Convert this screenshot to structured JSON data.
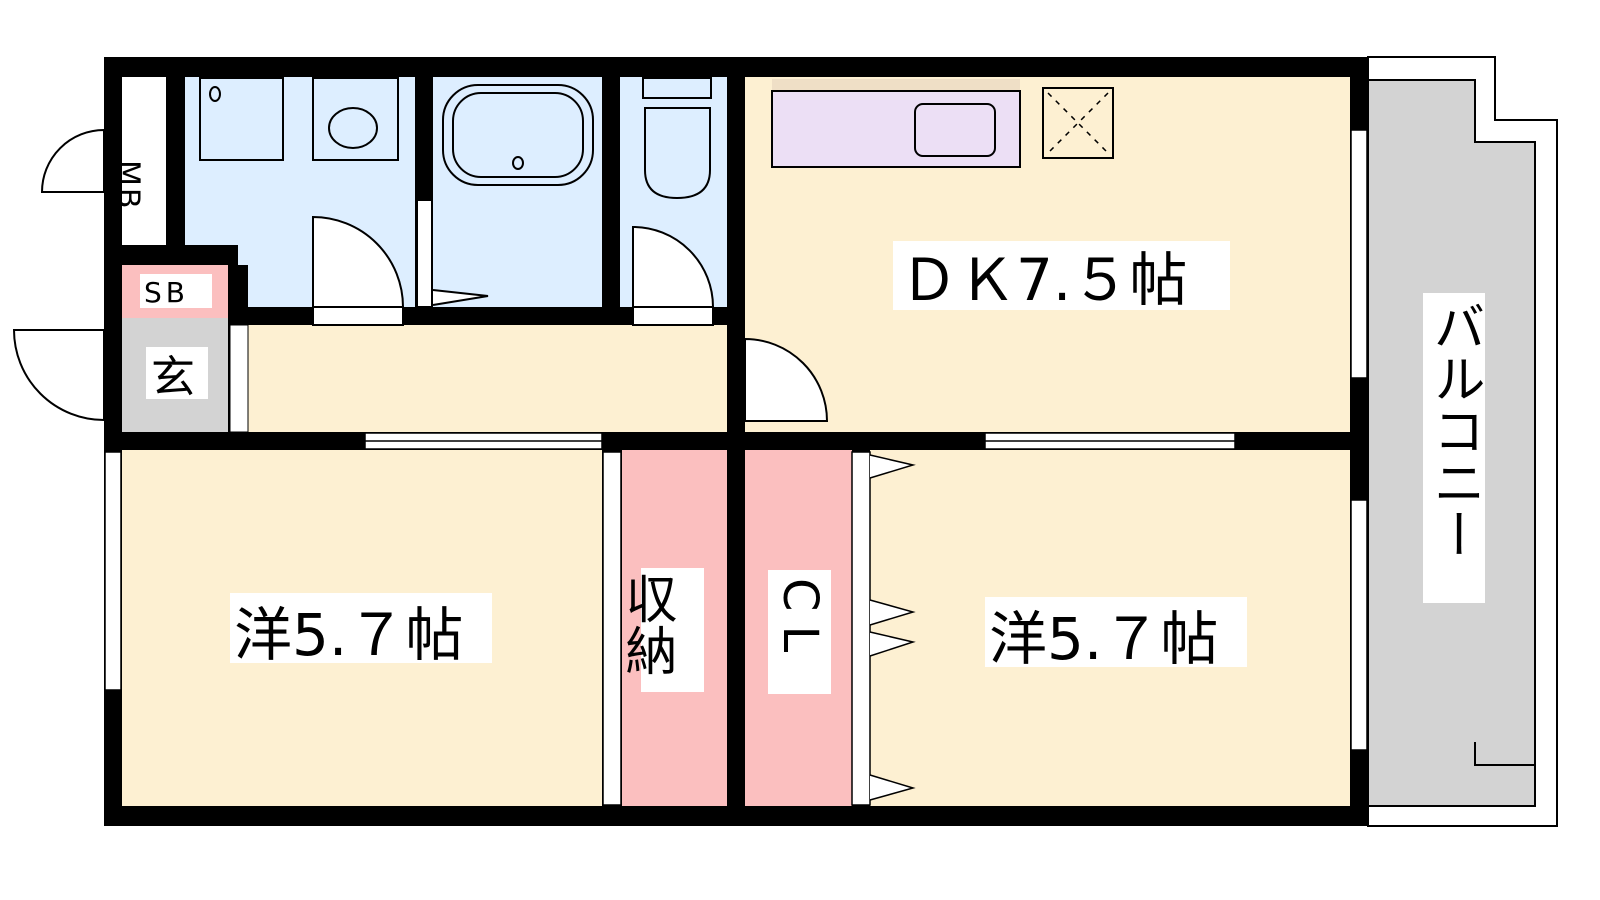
{
  "floorplan": {
    "rooms": {
      "meter_box": "MB",
      "shoe_box": "SB",
      "entrance": "玄",
      "dining_kitchen": "ＤＫ7.５帖",
      "western_room_left": "洋5.７帖",
      "storage": "収納",
      "closet": "CL",
      "western_room_right": "洋5.７帖",
      "balcony": "バルコニー"
    },
    "colors": {
      "wall": "#000000",
      "wet_area": "#ddeeff",
      "living": "#fdf0d2",
      "storage": "#fbbfbf",
      "entrance": "#d3d3d3",
      "balcony": "#d3d3d3",
      "kitchen_counter": "#ecdff5"
    }
  }
}
